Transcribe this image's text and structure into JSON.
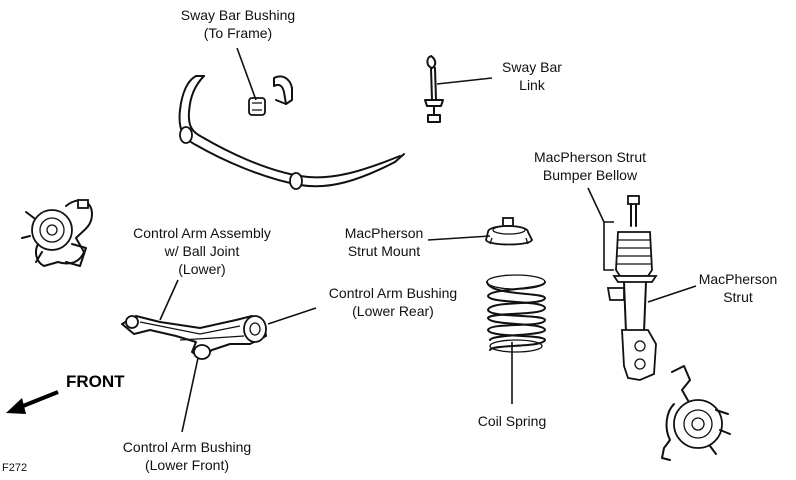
{
  "labels": {
    "sway_bar_bushing": [
      "Sway Bar Bushing",
      "(To Frame)"
    ],
    "sway_bar_link": [
      "Sway Bar",
      "Link"
    ],
    "strut_bumper_bellow": [
      "MacPherson Strut",
      "Bumper Bellow"
    ],
    "strut_mount": [
      "MacPherson",
      "Strut Mount"
    ],
    "control_arm_assembly": [
      "Control Arm Assembly",
      "w/ Ball Joint",
      "(Lower)"
    ],
    "control_arm_bushing_rear": [
      "Control Arm Bushing",
      "(Lower Rear)"
    ],
    "macpherson_strut": [
      "MacPherson",
      "Strut"
    ],
    "coil_spring": [
      "Coil Spring"
    ],
    "control_arm_bushing_front": [
      "Control Arm Bushing",
      "(Lower Front)"
    ]
  },
  "front_label": "FRONT",
  "figure_id": "F272"
}
